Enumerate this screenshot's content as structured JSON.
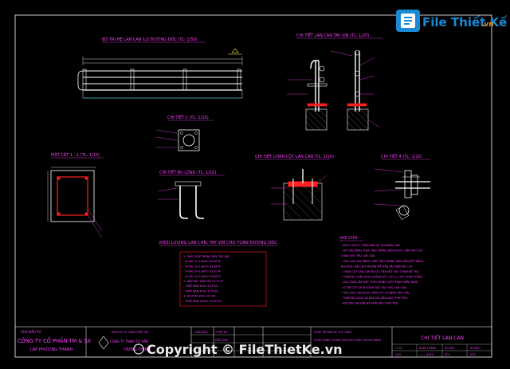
{
  "brand": {
    "name": "File Thiết Kế",
    "domain": ".vn"
  },
  "titles": {
    "plan": "BỐ TRÍ HỆ LAN CAN 1/2 ĐƯỜNG DỐC (TL: 1/50)",
    "section_detail": "CHI TIẾT LAN CAN TAY VỊN (TL: 1/20)",
    "detail2": "CHI TIẾT 2 (TL: 1/10)",
    "section11": "MẶT CẮT 1 - 1 (TL: 1/10)",
    "bolt": "CHI TIẾT BU LÔNG (TL: 1/10)",
    "post_foot": "CHI TIẾT CHÂN CỘT LAN CAN (TL: 1/10)",
    "detail4": "CHI TIẾT 4 (TL: 1/10)",
    "quantity": "KHỐI LƯỢNG LAN CAN, TAY VỊN CHO TOÀN ĐƯỜNG DỐC",
    "notes": "GHI CHÚ:"
  },
  "quantity_rows": [
    "1. ỐNG THÉP TRÁNG KẼM TAY VỊN",
    "- Ø=60, D=1.8mm     45.58 M",
    "- Ø=60, D=1.8mm     43.88 M",
    "- Ø=60, D=1.8mm     23.20 M",
    "- Ø=60, D=1.8mm     22.66 M",
    "2. BẢN MÃ - BẢN MÃ    74.11 M",
    "- THÉP BẢN 4mm       4.25  KG",
    "- THÉP BẢN 6mm       4.25  KG",
    "3. BULÔNG Ø14        102  BỘ",
    "- THÉP BẢN 10mm      14.00 KG"
  ],
  "notes": [
    "- KÍCH THƯỚC TRÊN BẢN VẼ GHI BẰNG MM.",
    "- TAY VỊN BẰNG THÉP ỐNG TRÁNG KẼM ĐƯỢC GẮN VÀO CỘT",
    "  CHÂN VÀO TRỤ LAN CAN.",
    "- TRỤ LAN CAN BẰNG THÉP ỐNG TRÁNG KẼM LIÊN KẾT BẰNG",
    "  BULÔNG LAN CAN VÀ BẢN MÃ GẮN VÀO BẢN ĐẾ CỘT.",
    "- CHÂN CỘT LAN CAN ĐƯỢC LIÊN KẾT VÀO CHÂN ĐẾ TRỤ.",
    "- TOÀN BỘ THÉP SƠN CHỐNG GỈ 2 LỚP, 1 LỚP HOÀN THIỆN.",
    "- GIA CÔNG LẮP ĐẶT THEO ĐÚNG QUY PHẠM HIỆN HÀNH.",
    "- VỊ TRÍ CỘT VÀ BULÔNG ĐẶT VÀO TRỤ LAN CAN.",
    "- TRỤ LAN CAN ĐƯỢC GẮN VỚI CỐ ĐỊNH VÀO TRỤ.",
    "- THÂN BU LÔNG VÀ BẢN MÃ GẮN VÀO THÉP TRỤ.",
    "- BULÔNG VÀ BẢN MÃ HÀN VÀO THÉP TRỤ."
  ],
  "title_block": {
    "owner_label": "CHỦ ĐẦU TƯ",
    "company": "CÔNG TY CỔ PHẦN TM & SX",
    "company2": "LẬP PHƯƠNG THÀNH",
    "contractor_label": "ĐƠN VỊ TƯ VẤN THIẾT KẾ",
    "contractor": "CÔNG TY TNHH TƯ VẤN",
    "contractor2": "HƯNG THỊNH",
    "director": "GIÁM ĐỐC",
    "design": "THIẾT KẾ",
    "check": "KIỂM TRA",
    "drafter": "VẼ",
    "project_label": "THIẾT KẾ BẢN VẼ THI CÔNG",
    "project": "CÔNG TRÌNH: TRUNG TÂM GIỚI THIỆU VÀ KHO HÀNG",
    "drawing_title": "CHI TIẾT LAN CAN",
    "col_headers": [
      "TỶ LỆ",
      "NGÀY THÁNG",
      "KÝ HIỆU",
      "KÝ HIỆU"
    ],
    "col_values": [
      "1/10",
      "—/ —/2014",
      "KT-5",
      "07/2"
    ]
  },
  "watermark": "Copyright © FileThietKe.vn",
  "colors": {
    "bg": "#000000",
    "white": "#ffffff",
    "cyan": "#00d8ff",
    "red": "#ff2020",
    "magenta": "#ff40ff",
    "yellow": "#ffff40",
    "green": "#30ff30",
    "orange": "#f28a1e",
    "blue": "#1a8ad6"
  }
}
